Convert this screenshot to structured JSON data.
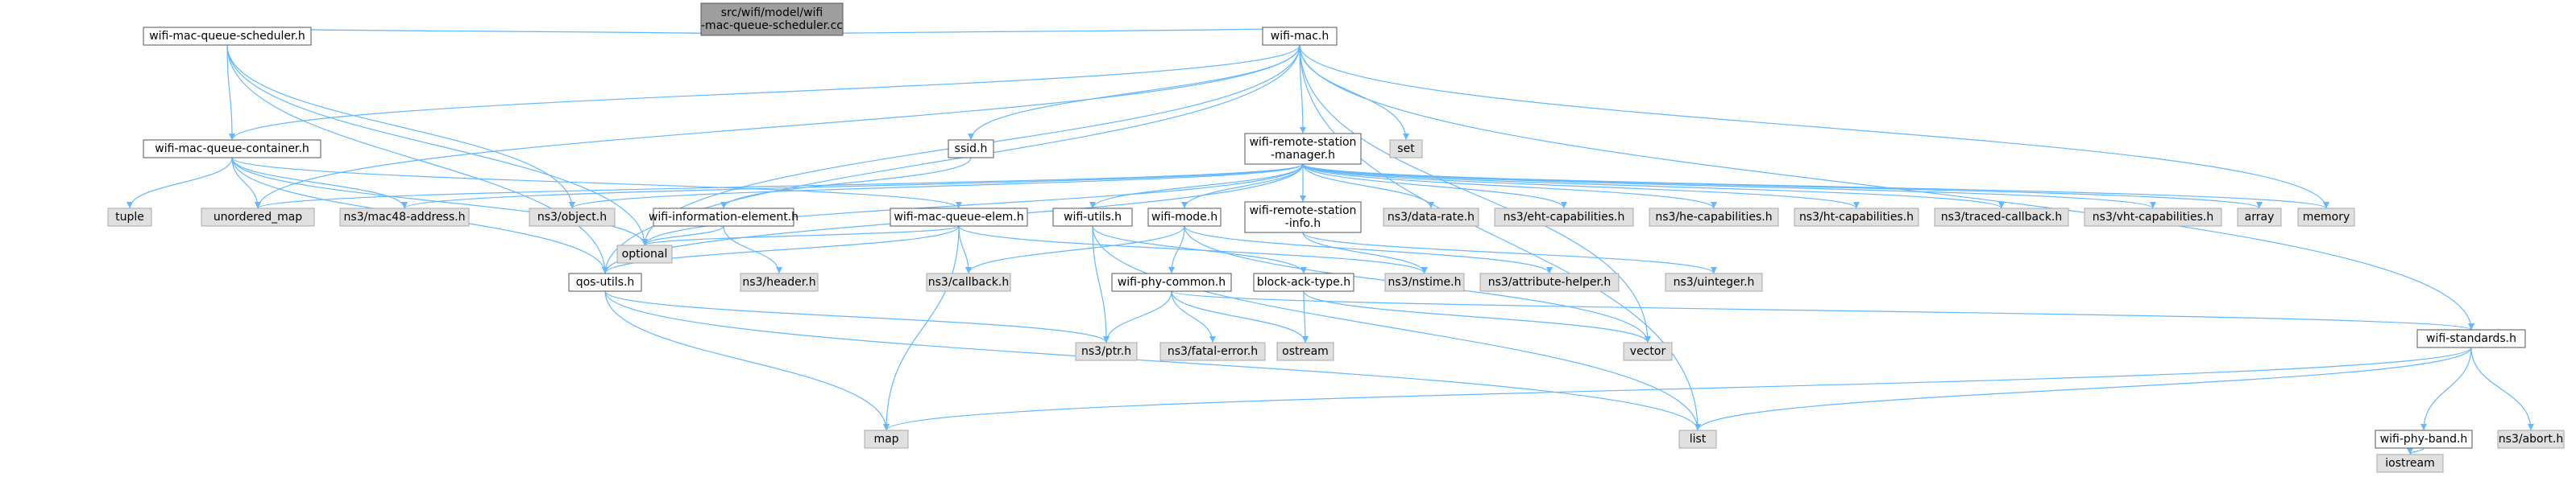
{
  "diagram": {
    "title": "",
    "nodes": [
      {
        "id": "root",
        "lines": [
          "src/wifi/model/wifi",
          "-mac-queue-scheduler.cc"
        ],
        "kind": "root"
      },
      {
        "id": "wmqs",
        "lines": [
          "wifi-mac-queue-scheduler.h"
        ],
        "kind": "local"
      },
      {
        "id": "wmac",
        "lines": [
          "wifi-mac.h"
        ],
        "kind": "local"
      },
      {
        "id": "wmqc",
        "lines": [
          "wifi-mac-queue-container.h"
        ],
        "kind": "local"
      },
      {
        "id": "ssid",
        "lines": [
          "ssid.h"
        ],
        "kind": "local"
      },
      {
        "id": "wrsm",
        "lines": [
          "wifi-remote-station",
          "-manager.h"
        ],
        "kind": "local"
      },
      {
        "id": "set",
        "lines": [
          "set"
        ],
        "kind": "external"
      },
      {
        "id": "tuple",
        "lines": [
          "tuple"
        ],
        "kind": "external"
      },
      {
        "id": "umap",
        "lines": [
          "unordered_map"
        ],
        "kind": "external"
      },
      {
        "id": "mac48",
        "lines": [
          "ns3/mac48-address.h"
        ],
        "kind": "external"
      },
      {
        "id": "object",
        "lines": [
          "ns3/object.h"
        ],
        "kind": "external"
      },
      {
        "id": "wie",
        "lines": [
          "wifi-information-element.h"
        ],
        "kind": "local"
      },
      {
        "id": "wmqe",
        "lines": [
          "wifi-mac-queue-elem.h"
        ],
        "kind": "local"
      },
      {
        "id": "wutils",
        "lines": [
          "wifi-utils.h"
        ],
        "kind": "local"
      },
      {
        "id": "wmode",
        "lines": [
          "wifi-mode.h"
        ],
        "kind": "local"
      },
      {
        "id": "wrsi",
        "lines": [
          "wifi-remote-station",
          "-info.h"
        ],
        "kind": "local"
      },
      {
        "id": "datarate",
        "lines": [
          "ns3/data-rate.h"
        ],
        "kind": "external"
      },
      {
        "id": "eht",
        "lines": [
          "ns3/eht-capabilities.h"
        ],
        "kind": "external"
      },
      {
        "id": "he",
        "lines": [
          "ns3/he-capabilities.h"
        ],
        "kind": "external"
      },
      {
        "id": "ht",
        "lines": [
          "ns3/ht-capabilities.h"
        ],
        "kind": "external"
      },
      {
        "id": "traced",
        "lines": [
          "ns3/traced-callback.h"
        ],
        "kind": "external"
      },
      {
        "id": "vht",
        "lines": [
          "ns3/vht-capabilities.h"
        ],
        "kind": "external"
      },
      {
        "id": "array",
        "lines": [
          "array"
        ],
        "kind": "external"
      },
      {
        "id": "memory",
        "lines": [
          "memory"
        ],
        "kind": "external"
      },
      {
        "id": "optional",
        "lines": [
          "optional"
        ],
        "kind": "external"
      },
      {
        "id": "header",
        "lines": [
          "ns3/header.h"
        ],
        "kind": "external"
      },
      {
        "id": "callback",
        "lines": [
          "ns3/callback.h"
        ],
        "kind": "external"
      },
      {
        "id": "nstime",
        "lines": [
          "ns3/nstime.h"
        ],
        "kind": "external"
      },
      {
        "id": "attr",
        "lines": [
          "ns3/attribute-helper.h"
        ],
        "kind": "external"
      },
      {
        "id": "uinteger",
        "lines": [
          "ns3/uinteger.h"
        ],
        "kind": "external"
      },
      {
        "id": "qos",
        "lines": [
          "qos-utils.h"
        ],
        "kind": "local"
      },
      {
        "id": "wpc",
        "lines": [
          "wifi-phy-common.h"
        ],
        "kind": "local"
      },
      {
        "id": "bat",
        "lines": [
          "block-ack-type.h"
        ],
        "kind": "local"
      },
      {
        "id": "ptr",
        "lines": [
          "ns3/ptr.h"
        ],
        "kind": "external"
      },
      {
        "id": "fatal",
        "lines": [
          "ns3/fatal-error.h"
        ],
        "kind": "external"
      },
      {
        "id": "ostream",
        "lines": [
          "ostream"
        ],
        "kind": "external"
      },
      {
        "id": "vector",
        "lines": [
          "vector"
        ],
        "kind": "external"
      },
      {
        "id": "wstd",
        "lines": [
          "wifi-standards.h"
        ],
        "kind": "local"
      },
      {
        "id": "map",
        "lines": [
          "map"
        ],
        "kind": "external"
      },
      {
        "id": "list",
        "lines": [
          "list"
        ],
        "kind": "external"
      },
      {
        "id": "abort",
        "lines": [
          "ns3/abort.h"
        ],
        "kind": "external"
      },
      {
        "id": "wpb",
        "lines": [
          "wifi-phy-band.h"
        ],
        "kind": "local"
      },
      {
        "id": "iostream",
        "lines": [
          "iostream"
        ],
        "kind": "external"
      }
    ],
    "edges": [
      [
        "root",
        "wmqs"
      ],
      [
        "root",
        "wmac"
      ],
      [
        "wmqs",
        "wmqc"
      ],
      [
        "wmqs",
        "object"
      ],
      [
        "wmqs",
        "optional"
      ],
      [
        "wmqs",
        "qos"
      ],
      [
        "wmac",
        "ssid"
      ],
      [
        "wmac",
        "wrsm"
      ],
      [
        "wmac",
        "set"
      ],
      [
        "wmac",
        "umap"
      ],
      [
        "wmac",
        "memory"
      ],
      [
        "wmac",
        "optional"
      ],
      [
        "wmac",
        "qos"
      ],
      [
        "wmac",
        "vector"
      ],
      [
        "wmac",
        "list"
      ],
      [
        "wmac",
        "wstd"
      ],
      [
        "wmac",
        "wmqc"
      ],
      [
        "wmqc",
        "tuple"
      ],
      [
        "wmqc",
        "umap"
      ],
      [
        "wmqc",
        "mac48"
      ],
      [
        "wmqc",
        "wmqe"
      ],
      [
        "wmqc",
        "optional"
      ],
      [
        "wmqc",
        "qos"
      ],
      [
        "ssid",
        "wie"
      ],
      [
        "wrsm",
        "umap"
      ],
      [
        "wrsm",
        "mac48"
      ],
      [
        "wrsm",
        "object"
      ],
      [
        "wrsm",
        "wutils"
      ],
      [
        "wrsm",
        "wmode"
      ],
      [
        "wrsm",
        "wrsi"
      ],
      [
        "wrsm",
        "datarate"
      ],
      [
        "wrsm",
        "eht"
      ],
      [
        "wrsm",
        "he"
      ],
      [
        "wrsm",
        "ht"
      ],
      [
        "wrsm",
        "traced"
      ],
      [
        "wrsm",
        "vht"
      ],
      [
        "wrsm",
        "array"
      ],
      [
        "wrsm",
        "memory"
      ],
      [
        "wrsm",
        "optional"
      ],
      [
        "wrsm",
        "qos"
      ],
      [
        "wie",
        "optional"
      ],
      [
        "wie",
        "header"
      ],
      [
        "wmqe",
        "callback"
      ],
      [
        "wmqe",
        "nstime"
      ],
      [
        "wmqe",
        "map"
      ],
      [
        "wmqe",
        "optional"
      ],
      [
        "wmqe",
        "qos"
      ],
      [
        "wutils",
        "bat"
      ],
      [
        "wutils",
        "ptr"
      ],
      [
        "wutils",
        "list"
      ],
      [
        "wmode",
        "callback"
      ],
      [
        "wmode",
        "attr"
      ],
      [
        "wmode",
        "wpc"
      ],
      [
        "wmode",
        "vector"
      ],
      [
        "wrsi",
        "nstime"
      ],
      [
        "wrsi",
        "uinteger"
      ],
      [
        "qos",
        "ptr"
      ],
      [
        "qos",
        "map"
      ],
      [
        "qos",
        "list"
      ],
      [
        "wpc",
        "ptr"
      ],
      [
        "wpc",
        "fatal"
      ],
      [
        "wpc",
        "ostream"
      ],
      [
        "wpc",
        "wstd"
      ],
      [
        "bat",
        "ostream"
      ],
      [
        "bat",
        "vector"
      ],
      [
        "wstd",
        "map"
      ],
      [
        "wstd",
        "list"
      ],
      [
        "wstd",
        "abort"
      ],
      [
        "wstd",
        "wpb"
      ],
      [
        "wpb",
        "iostream"
      ]
    ]
  }
}
